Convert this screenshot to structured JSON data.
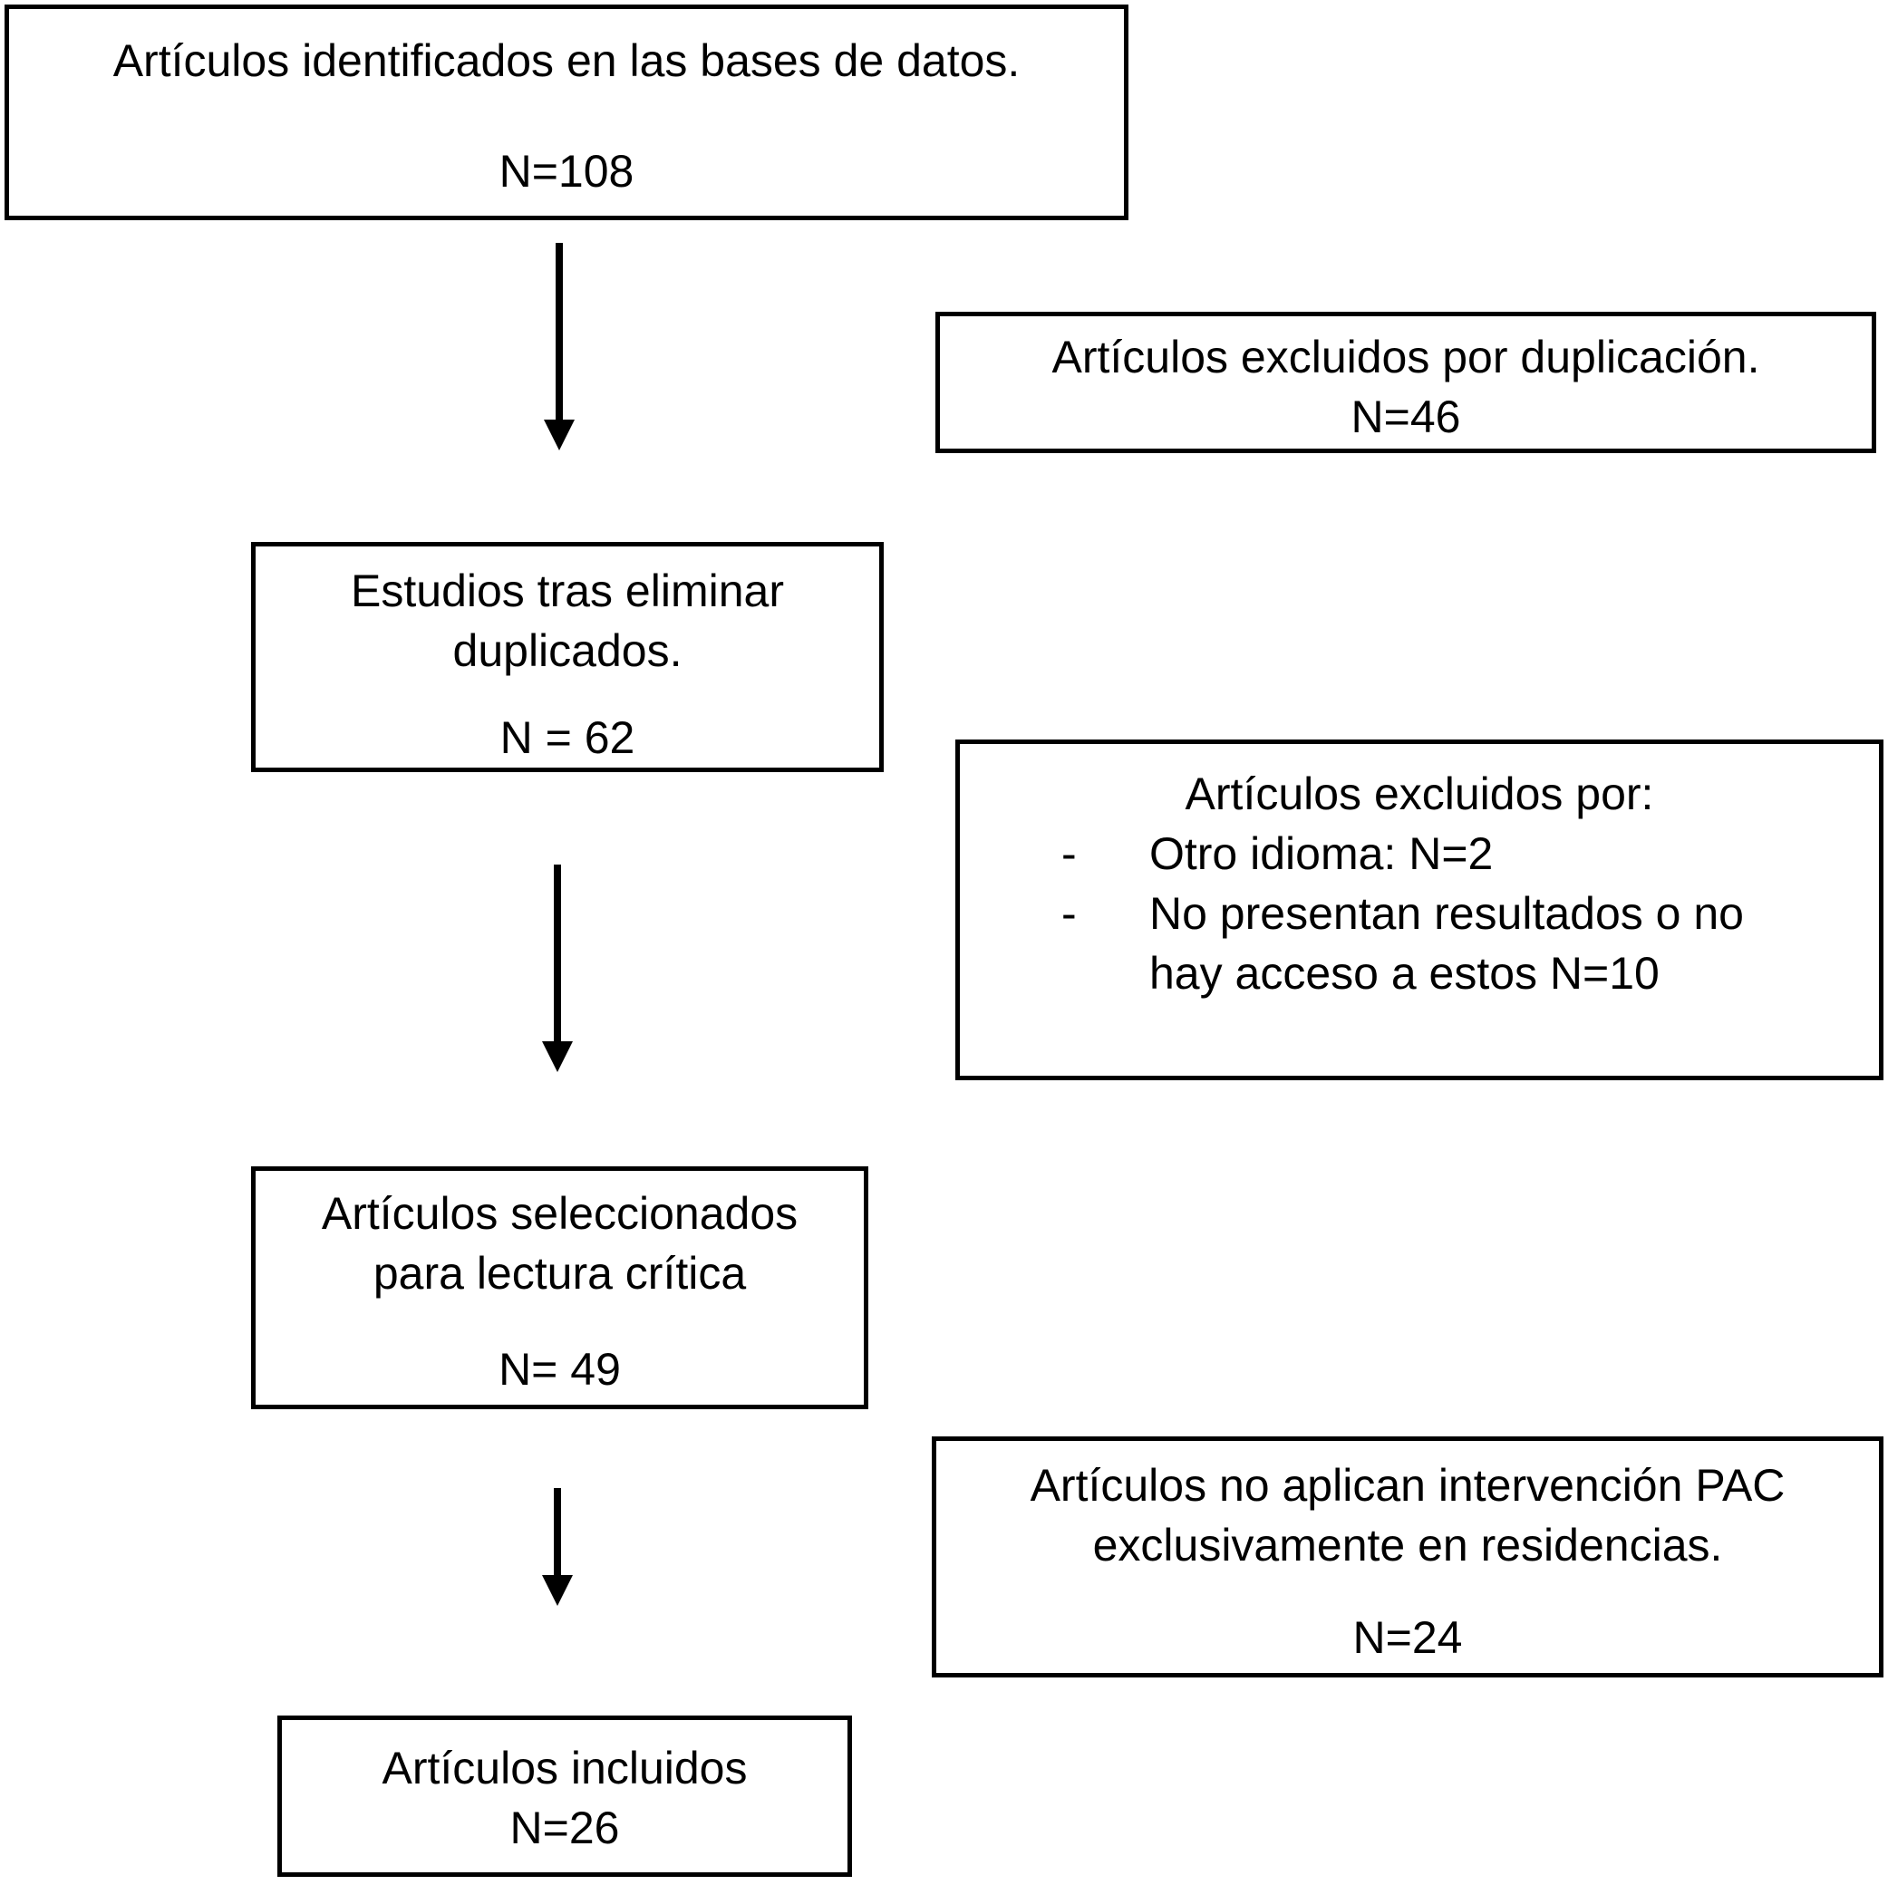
{
  "diagram": {
    "colors": {
      "background": "#ffffff",
      "border": "#000000",
      "text": "#000000"
    },
    "boxes": {
      "identified": {
        "text": "Artículos identificados en las bases de datos.",
        "count": "N=108"
      },
      "excluded_duplication": {
        "text": "Artículos excluidos por duplicación.",
        "count": "N=46"
      },
      "after_duplicates": {
        "text": "Estudios tras eliminar duplicados.",
        "count": "N = 62"
      },
      "excluded_reasons": {
        "heading": "Artículos excluidos por:",
        "bullet_marker": "-",
        "bullets": [
          "Otro idioma: N=2",
          "No presentan resultados o no hay acceso a estos N=10"
        ]
      },
      "selected_critical_reading": {
        "text": "Artículos seleccionados para lectura crítica",
        "count": "N= 49"
      },
      "excluded_pac": {
        "text": "Artículos no aplican intervención PAC exclusivamente en residencias.",
        "count": "N=24"
      },
      "included": {
        "text": "Artículos incluidos",
        "count": "N=26"
      }
    }
  }
}
